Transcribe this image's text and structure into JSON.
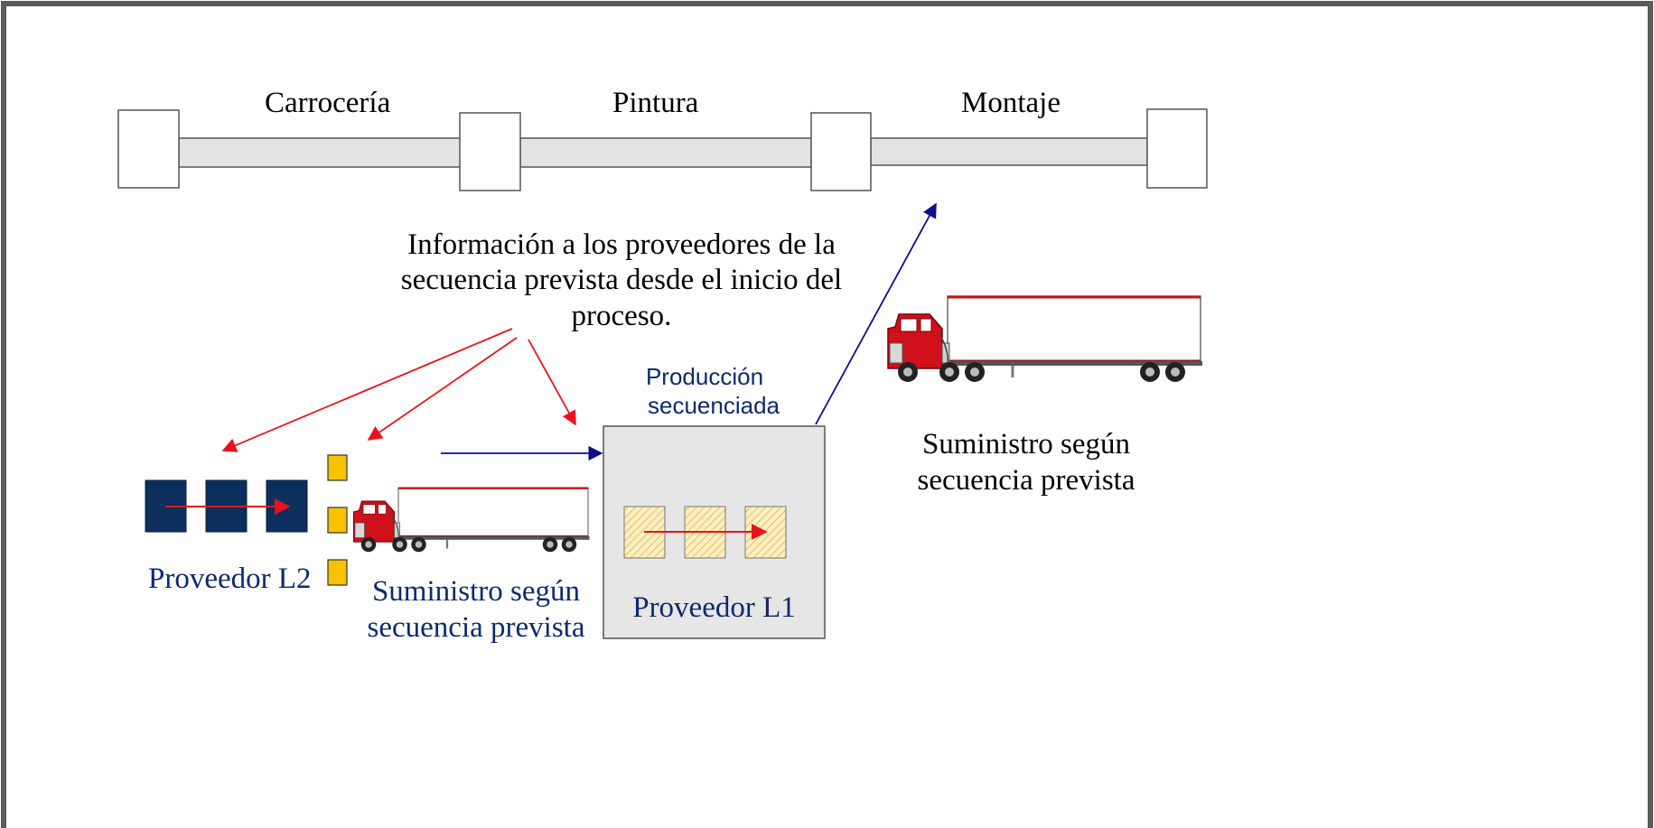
{
  "stages": [
    "Carrocería",
    "Pintura",
    "Montaje"
  ],
  "info_note": [
    "Información a los proveedores de la",
    "secuencia prevista desde el inicio del",
    "proceso."
  ],
  "supplier_l2": {
    "label": "Proveedor L2"
  },
  "supply_left": [
    "Suministro según",
    "secuencia prevista"
  ],
  "sequenced_production": [
    "Producción",
    "secuenciada"
  ],
  "supplier_l1": {
    "label": "Proveedor L1"
  },
  "supply_right": [
    "Suministro según",
    "secuencia prevista"
  ],
  "colors": {
    "frame": "#5a5a5a",
    "conveyor": "#e3e3e3",
    "l2_block": "#0c2f5e",
    "yellow_part": "#f7c300",
    "l1_hatch": "#f2c43a",
    "info_arrow": "#e8141b",
    "flow_arrow": "#0e0e8a",
    "label_navy": "#0d2a6b",
    "truck_cab": "#d0101a"
  },
  "icons": [
    "truck-icon",
    "arrow-icon"
  ]
}
